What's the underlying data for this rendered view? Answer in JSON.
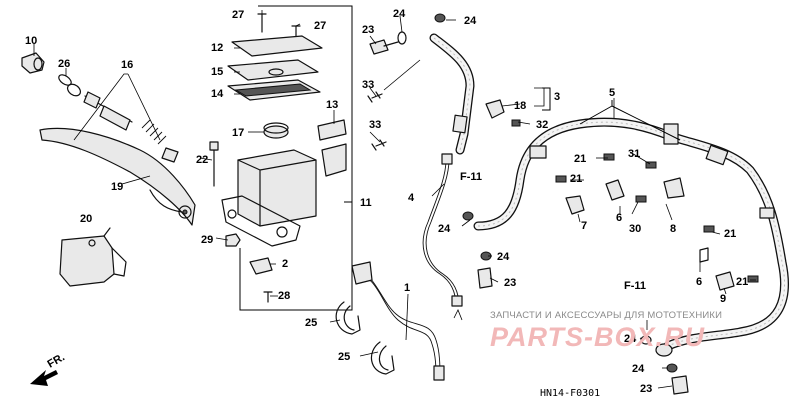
{
  "diagram": {
    "code": "HN14-F0301",
    "fwd_label": "FR.",
    "section_refs": [
      {
        "id": "ref-f11-upper",
        "label": "F-11"
      },
      {
        "id": "ref-f11-lower",
        "label": "F-11"
      }
    ],
    "watermark": {
      "tagline": "ЗАПЧАСТИ И АКСЕССУАРЫ ДЛЯ МОТОТЕХНИКИ",
      "logo": "PARTS-BOX.RU"
    },
    "callouts": [
      {
        "id": "c27a",
        "label": "27"
      },
      {
        "id": "c27b",
        "label": "27"
      },
      {
        "id": "c10",
        "label": "10"
      },
      {
        "id": "c26",
        "label": "26"
      },
      {
        "id": "c16",
        "label": "16"
      },
      {
        "id": "c12",
        "label": "12"
      },
      {
        "id": "c15",
        "label": "15"
      },
      {
        "id": "c14",
        "label": "14"
      },
      {
        "id": "c17",
        "label": "17"
      },
      {
        "id": "c22",
        "label": "22"
      },
      {
        "id": "c19",
        "label": "19"
      },
      {
        "id": "c20",
        "label": "20"
      },
      {
        "id": "c29",
        "label": "29"
      },
      {
        "id": "c2",
        "label": "2"
      },
      {
        "id": "c28",
        "label": "28"
      },
      {
        "id": "c11",
        "label": "11"
      },
      {
        "id": "c13",
        "label": "13"
      },
      {
        "id": "c23a",
        "label": "23"
      },
      {
        "id": "c24a",
        "label": "24"
      },
      {
        "id": "c24b",
        "label": "24"
      },
      {
        "id": "c33a",
        "label": "33"
      },
      {
        "id": "c33b",
        "label": "33"
      },
      {
        "id": "c18",
        "label": "18"
      },
      {
        "id": "c32",
        "label": "32"
      },
      {
        "id": "c3",
        "label": "3"
      },
      {
        "id": "c5",
        "label": "5"
      },
      {
        "id": "c31",
        "label": "31"
      },
      {
        "id": "c21a",
        "label": "21"
      },
      {
        "id": "c21b",
        "label": "21"
      },
      {
        "id": "c21c",
        "label": "21"
      },
      {
        "id": "c21d",
        "label": "21"
      },
      {
        "id": "c6a",
        "label": "6"
      },
      {
        "id": "c30",
        "label": "30"
      },
      {
        "id": "c7",
        "label": "7"
      },
      {
        "id": "c8",
        "label": "8"
      },
      {
        "id": "c6b",
        "label": "6"
      },
      {
        "id": "c9",
        "label": "9"
      },
      {
        "id": "c4",
        "label": "4"
      },
      {
        "id": "c24c",
        "label": "24"
      },
      {
        "id": "c24d",
        "label": "24"
      },
      {
        "id": "c23b",
        "label": "23"
      },
      {
        "id": "c1",
        "label": "1"
      },
      {
        "id": "c25a",
        "label": "25"
      },
      {
        "id": "c25b",
        "label": "25"
      },
      {
        "id": "c24e",
        "label": "24"
      },
      {
        "id": "c24f",
        "label": "24"
      },
      {
        "id": "c23c",
        "label": "23"
      }
    ]
  }
}
